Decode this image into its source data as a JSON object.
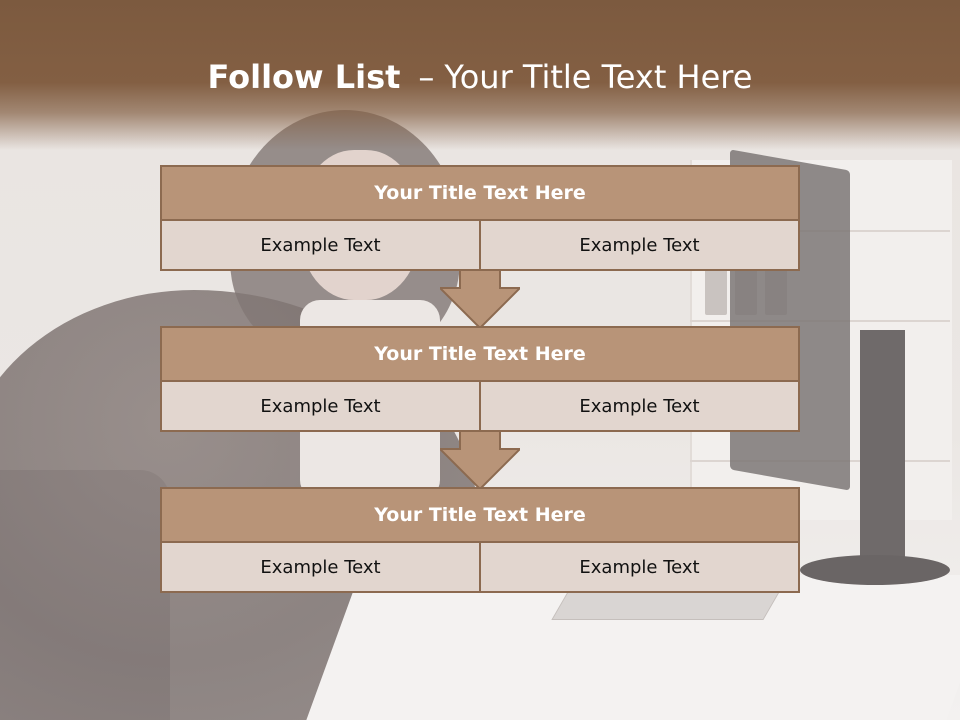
{
  "slide": {
    "title_bold": "Follow List",
    "title_separator": "–",
    "title_rest": "Your Title Text Here"
  },
  "blocks": [
    {
      "title": "Your Title Text Here",
      "cells": [
        "Example Text",
        "Example Text"
      ]
    },
    {
      "title": "Your Title Text Here",
      "cells": [
        "Example Text",
        "Example Text"
      ]
    },
    {
      "title": "Your Title Text Here",
      "cells": [
        "Example Text",
        "Example Text"
      ]
    }
  ],
  "colors": {
    "header_band": "#7c5a3f",
    "block_title_fill": "#b89478",
    "block_border": "#8c6a50",
    "cell_fill": "#e2d6cf",
    "arrow_fill": "#b89478"
  },
  "icons": {
    "connector": "down-arrow-icon"
  }
}
